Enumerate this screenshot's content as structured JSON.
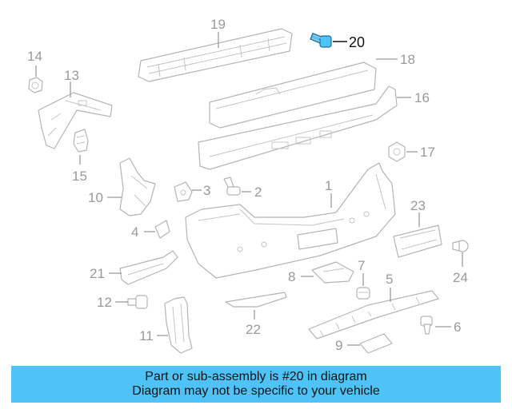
{
  "diagram": {
    "highlight_color": "#4fc3f7",
    "highlighted_part": "20",
    "callouts": {
      "c1": "1",
      "c2": "2",
      "c3": "3",
      "c4": "4",
      "c5": "5",
      "c6": "6",
      "c7": "7",
      "c8": "8",
      "c9": "9",
      "c10": "10",
      "c11": "11",
      "c12": "12",
      "c13": "13",
      "c14": "14",
      "c15": "15",
      "c16": "16",
      "c17": "17",
      "c18": "18",
      "c19": "19",
      "c20": "20",
      "c21": "21",
      "c22": "22",
      "c23": "23",
      "c24": "24"
    }
  },
  "banner": {
    "line1": "Part or sub-assembly is #20 in diagram",
    "line2": "Diagram may not be specific to your vehicle"
  }
}
